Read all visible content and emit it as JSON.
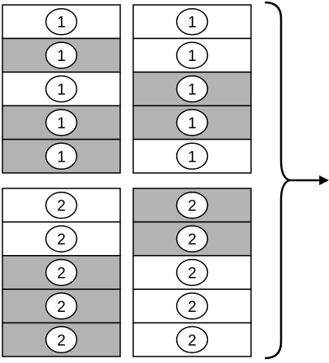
{
  "colors": {
    "shaded": "#b3b3b3",
    "plain": "#ffffff",
    "stroke": "#000000"
  },
  "groups": [
    {
      "columns": [
        {
          "cells": [
            {
              "label": "1",
              "shaded": false
            },
            {
              "label": "1",
              "shaded": true
            },
            {
              "label": "1",
              "shaded": false
            },
            {
              "label": "1",
              "shaded": true
            },
            {
              "label": "1",
              "shaded": true
            }
          ]
        },
        {
          "cells": [
            {
              "label": "1",
              "shaded": false
            },
            {
              "label": "1",
              "shaded": false
            },
            {
              "label": "1",
              "shaded": true
            },
            {
              "label": "1",
              "shaded": true
            },
            {
              "label": "1",
              "shaded": false
            }
          ]
        }
      ]
    },
    {
      "columns": [
        {
          "cells": [
            {
              "label": "2",
              "shaded": false
            },
            {
              "label": "2",
              "shaded": false
            },
            {
              "label": "2",
              "shaded": true
            },
            {
              "label": "2",
              "shaded": true
            },
            {
              "label": "2",
              "shaded": true
            }
          ]
        },
        {
          "cells": [
            {
              "label": "2",
              "shaded": true
            },
            {
              "label": "2",
              "shaded": true
            },
            {
              "label": "2",
              "shaded": false
            },
            {
              "label": "2",
              "shaded": false
            },
            {
              "label": "2",
              "shaded": false
            }
          ]
        }
      ]
    }
  ]
}
